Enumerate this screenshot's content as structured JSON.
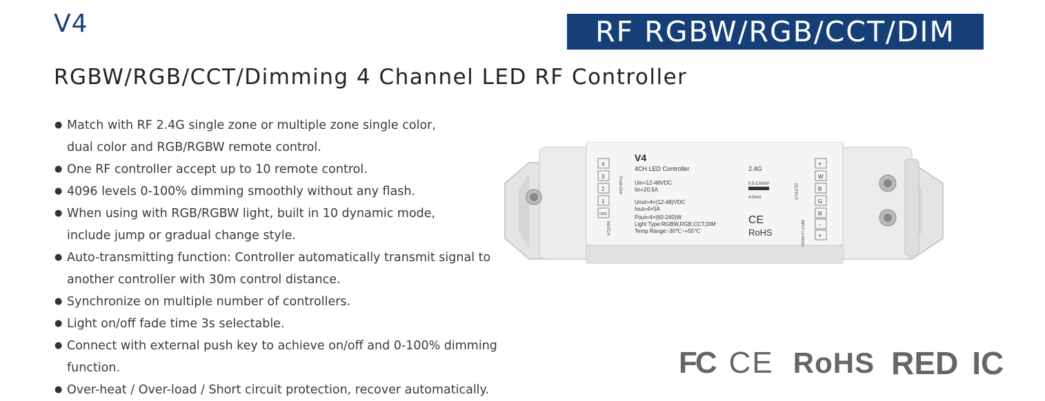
{
  "model": "V4",
  "banner": "RF RGBW/RGB/CCT/DIM",
  "subtitle": "RGBW/RGB/CCT/Dimming 4 Channel LED RF Controller",
  "features": [
    {
      "line1": "Match with RF 2.4G single zone or multiple zone single color,",
      "line2": "dual color and RGB/RGBW remote control."
    },
    {
      "line1": "One RF controller accept up to 10 remote control.",
      "line2": ""
    },
    {
      "line1": "4096 levels 0-100% dimming smoothly without any flash.",
      "line2": ""
    },
    {
      "line1": "When using with RGB/RGBW light, built in 10 dynamic mode,",
      "line2": "include jump or gradual change style."
    },
    {
      "line1": "Auto-transmitting function: Controller automatically transmit signal to",
      "line2": "another controller with 30m control distance."
    },
    {
      "line1": "Synchronize on multiple number of controllers.",
      "line2": ""
    },
    {
      "line1": "Light on/off fade time 3s selectable.",
      "line2": ""
    },
    {
      "line1": "Connect with external push key to achieve on/off and 0-100% dimming function.",
      "line2": ""
    },
    {
      "line1": "Over-heat  / Over-load / Short circuit protection, recover automatically.",
      "line2": ""
    }
  ],
  "device": {
    "model": "V4",
    "name": "4CH LED Controller",
    "band": "2.4G",
    "uin": "Uin=12-48VDC",
    "iin": "Iin=20.5A",
    "uout": "Uout=4×(12-48)VDC",
    "iout": "Iout=4×5A",
    "pout": "Pout=4×(60-240)W",
    "light_type": "Light Type:RGBW,RGB,CCT,DIM",
    "temp": "Temp Range:-30℃~+55℃",
    "wire1": "0.5-2.0mm²",
    "wire2": "4-5mm",
    "ce": "CE",
    "rohs": "RoHS",
    "push_dim": "Push-Dim",
    "match": "MATCH",
    "gnd": "GND",
    "output": "OUTPUT",
    "input": "INPUT 12-48VDC",
    "left_terms": [
      "4",
      "3",
      "2",
      "1"
    ],
    "right_terms": [
      "+",
      "W",
      "B",
      "G",
      "R",
      "-",
      "+"
    ]
  },
  "certifications": {
    "fc": "FC",
    "ce": "CE",
    "rohs": "RoHS",
    "red": "RED",
    "ic": "IC"
  }
}
